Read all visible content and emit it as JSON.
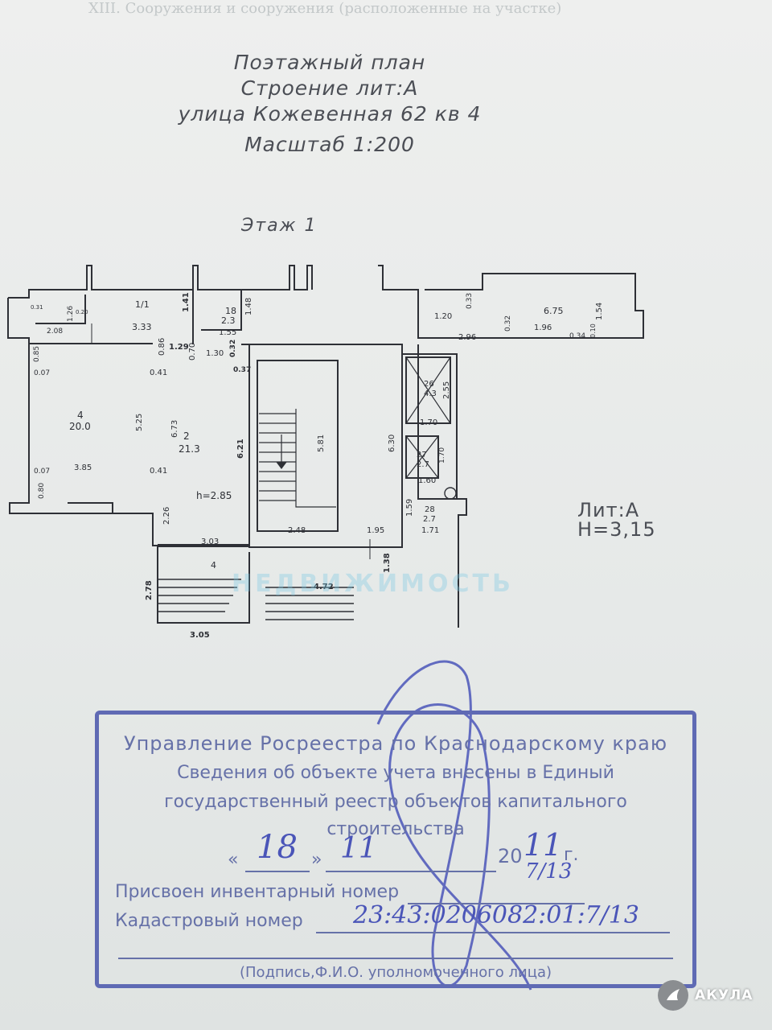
{
  "faint_header": "XIII. Сооружения и сооружения (расположенные на участке)",
  "title": {
    "line1": "Поэтажный план",
    "line2": "Строение лит:А",
    "line3": "улица Кожевенная 62 кв 4",
    "scale": "Масштаб 1:200"
  },
  "floor_label": "Этаж 1",
  "lit": {
    "name": "Лит:А",
    "height": "Н=3,15"
  },
  "plan_labels": {
    "r1_num": "1/1",
    "r1_area": "3.33",
    "r2_num": "2",
    "r2_area": "21.3",
    "r2_h": "h=2.85",
    "r4_num": "4",
    "r4_area": "20.0",
    "r4_porch": "4",
    "r18_num": "18",
    "r18_area": "2.3",
    "r26_num": "26",
    "r26_area": "4.3",
    "r27_num": "27",
    "r27_area": "2.7",
    "r28_num": "28",
    "r28_area": "2.7",
    "d_141": "1.41",
    "d_148": "1.48",
    "d_155": "1.55",
    "d_129": "1.29",
    "d_130": "1.30",
    "d_032": "0.32",
    "d_037": "0.37",
    "d_086": "0.86",
    "d_070": "0.70",
    "d_085": "0.85",
    "d_007": "0.07",
    "d_041": "0.41",
    "d_525": "5.25",
    "d_673": "6.73",
    "d_385": "3.85",
    "d_080": "0.80",
    "d_226": "2.26",
    "d_303": "3.03",
    "d_621": "6.21",
    "d_581": "5.81",
    "d_248": "2.48",
    "d_195": "1.95",
    "d_138": "1.38",
    "d_472": "4.72",
    "d_278": "2.78",
    "d_305": "3.05",
    "d_255": "2.55",
    "d_170": "1.70",
    "d_630": "6.30",
    "d_160": "1.60",
    "d_159": "1.59",
    "d_171": "1.71",
    "d_120": "1.20",
    "d_033": "0.33",
    "d_675": "6.75",
    "d_154": "1.54",
    "d_296": "2.96",
    "d_196": "1.96",
    "d_034": "0.34",
    "d_010": "0.10",
    "d_126": "1.26",
    "d_208": "2.08",
    "d_031": "0.31",
    "d_020": "0.20"
  },
  "watermark": "НЕДВИЖИМОСТЬ",
  "stamp": {
    "line1": "Управление Росреестра по Краснодарскому краю",
    "line2": "Сведения об объекте учета внесены в Единый",
    "line3": "государственный реестр объектов капитального",
    "line4": "строительства",
    "date_open": "«",
    "date_day": "18",
    "date_close": "»",
    "date_month": "11",
    "date_year_prefix": "20",
    "date_year_hand": "11",
    "date_suffix": "г.",
    "inventory_label": "Присвоен инвентарный номер",
    "inventory_hand": "7/13",
    "cadastral_label": "Кадастровый номер",
    "cadastral_hand": "23:43:0206082:01:7/13",
    "signature_caption": "(Подпись,Ф.И.О. уполномоченного лица)"
  },
  "logo_text": "АКУЛА"
}
